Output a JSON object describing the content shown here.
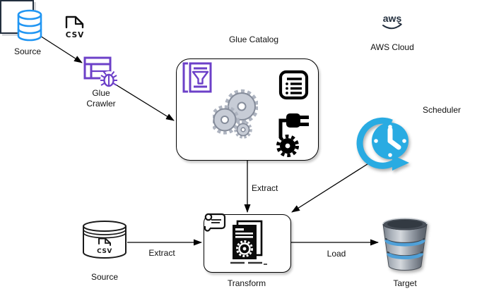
{
  "diagram": {
    "background": "#ffffff",
    "nodes": {
      "source_top": {
        "label": "Source",
        "icon": "database",
        "color": "#2196F3"
      },
      "csv_file": {
        "label": "CSV",
        "icon": "csv-file"
      },
      "glue_crawler": {
        "label": "Glue Crawler",
        "icon": "table-bug",
        "color": "#6C40C8"
      },
      "glue_catalog": {
        "label": "Glue Catalog",
        "icons": [
          "glue-funnel-icon",
          "gears-icon",
          "list-icon",
          "plug-gear-icon"
        ]
      },
      "aws_cloud": {
        "label": "AWS Cloud",
        "logo_text": "aws",
        "color": "#232F3E"
      },
      "scheduler": {
        "label": "Scheduler",
        "icon": "clock-refresh",
        "color": "#29ABE2"
      },
      "source_bottom": {
        "label": "Source",
        "icon": "cylinder-csv",
        "file_label": "CSV"
      },
      "transform": {
        "label": "Transform",
        "icon": "script-gear-doc"
      },
      "target": {
        "label": "Target",
        "icon": "metal-bucket"
      }
    },
    "edges": [
      {
        "from": "source_top",
        "to": "glue_crawler",
        "label": ""
      },
      {
        "from": "glue_crawler",
        "to": "glue_catalog",
        "label": ""
      },
      {
        "from": "glue_catalog",
        "to": "transform",
        "label": "Extract"
      },
      {
        "from": "scheduler",
        "to": "transform",
        "label": ""
      },
      {
        "from": "source_bottom",
        "to": "transform",
        "label": "Extract"
      },
      {
        "from": "transform",
        "to": "target",
        "label": "Load"
      }
    ]
  }
}
